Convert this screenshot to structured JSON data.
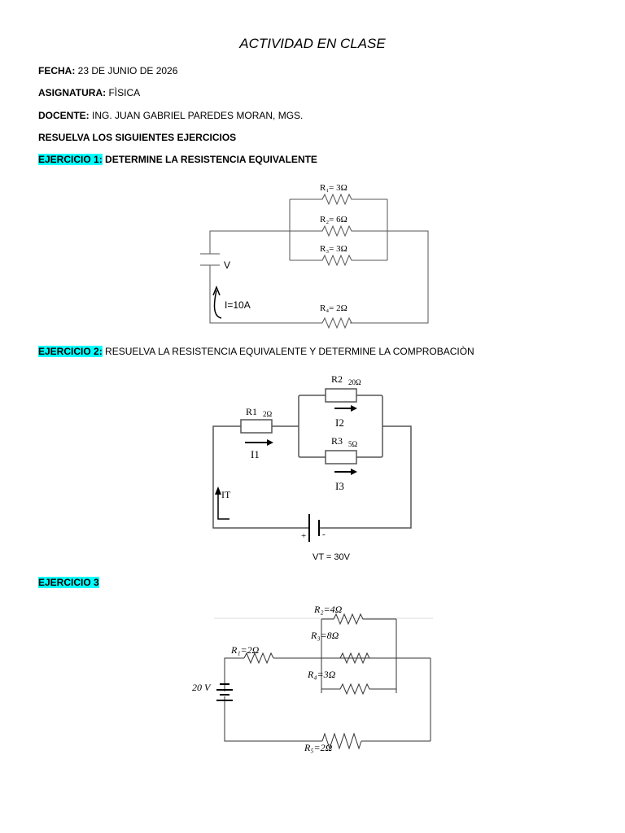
{
  "title": "ACTIVIDAD EN CLASE",
  "fecha": {
    "label": "FECHA:",
    "value": "23 DE JUNIO DE 2026"
  },
  "asignatura": {
    "label": "ASIGNATURA:",
    "value": "FÌSICA"
  },
  "docente": {
    "label": "DOCENTE:",
    "value": "ING. JUAN GABRIEL PAREDES MORAN, MGS."
  },
  "instruccion": "RESUELVA LOS SIGUIENTES EJERCICIOS",
  "ejercicio1": {
    "tag": "EJERCICIO 1:",
    "text": "DETERMINE LA RESISTENCIA EQUIVALENTE",
    "r1": "R₁= 3Ω",
    "r2": "R₂= 6Ω",
    "r3": "R₃= 3Ω",
    "r4": "R₄= 2Ω",
    "v": "V",
    "i": "I=10A"
  },
  "ejercicio2": {
    "tag": "EJERCICIO 2:",
    "text": "RESUELVA LA RESISTENCIA EQUIVALENTE Y DETERMINE LA COMPROBACIÒN",
    "r1": "R1",
    "r1v": "2Ω",
    "r2": "R2",
    "r2v": "20Ω",
    "r3": "R3",
    "r3v": "5Ω",
    "i1": "I1",
    "i2": "I2",
    "i3": "I3",
    "it": "IT",
    "plus": "+",
    "minus": "-",
    "vt": "VT = 30V"
  },
  "ejercicio3": {
    "tag": "EJERCICIO 3",
    "r1": "R₁=2Ω",
    "r2": "R₂=4Ω",
    "r3": "R₃=8Ω",
    "r4": "R₄=3Ω",
    "r5": "R₅=2Ω",
    "v": "20 V"
  }
}
